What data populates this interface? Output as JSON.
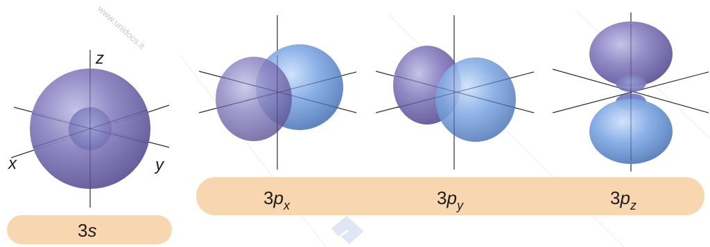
{
  "watermark": {
    "text": "www.unidocs.it"
  },
  "orbitals": {
    "s": {
      "num": "3",
      "letter": "s",
      "sub": ""
    },
    "px": {
      "num": "3",
      "letter": "p",
      "sub": "x"
    },
    "py": {
      "num": "3",
      "letter": "p",
      "sub": "y"
    },
    "pz": {
      "num": "3",
      "letter": "p",
      "sub": "z"
    }
  },
  "axes": {
    "x": "x",
    "y": "y",
    "z": "z"
  },
  "colors": {
    "band": "#f8d7b0",
    "lobe_purple": "#8b83c1",
    "lobe_blue": "#7ea8e4",
    "axis": "#2b2b2b"
  }
}
